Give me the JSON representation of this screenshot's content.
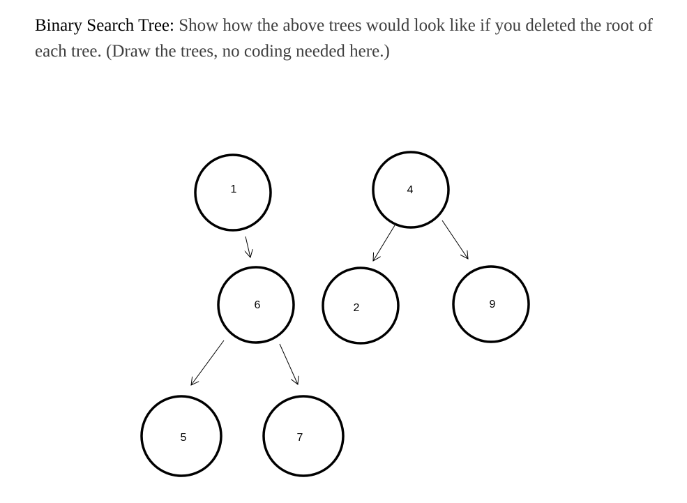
{
  "prompt": {
    "heading": "Binary Search Tree:",
    "body": " Show how the above trees would look like if you deleted the root of each tree. (Draw the trees, no coding needed here.)"
  },
  "trees": [
    {
      "nodes": [
        {
          "id": "n1",
          "label": "1"
        },
        {
          "id": "n6",
          "label": "6"
        },
        {
          "id": "n5",
          "label": "5"
        },
        {
          "id": "n7",
          "label": "7"
        }
      ],
      "edges": [
        {
          "from": "n1",
          "to": "n6"
        },
        {
          "from": "n6",
          "to": "n5"
        },
        {
          "from": "n6",
          "to": "n7"
        }
      ]
    },
    {
      "nodes": [
        {
          "id": "n4",
          "label": "4"
        },
        {
          "id": "n2",
          "label": "2"
        },
        {
          "id": "n9",
          "label": "9"
        }
      ],
      "edges": [
        {
          "from": "n4",
          "to": "n2"
        },
        {
          "from": "n4",
          "to": "n9"
        }
      ]
    }
  ]
}
